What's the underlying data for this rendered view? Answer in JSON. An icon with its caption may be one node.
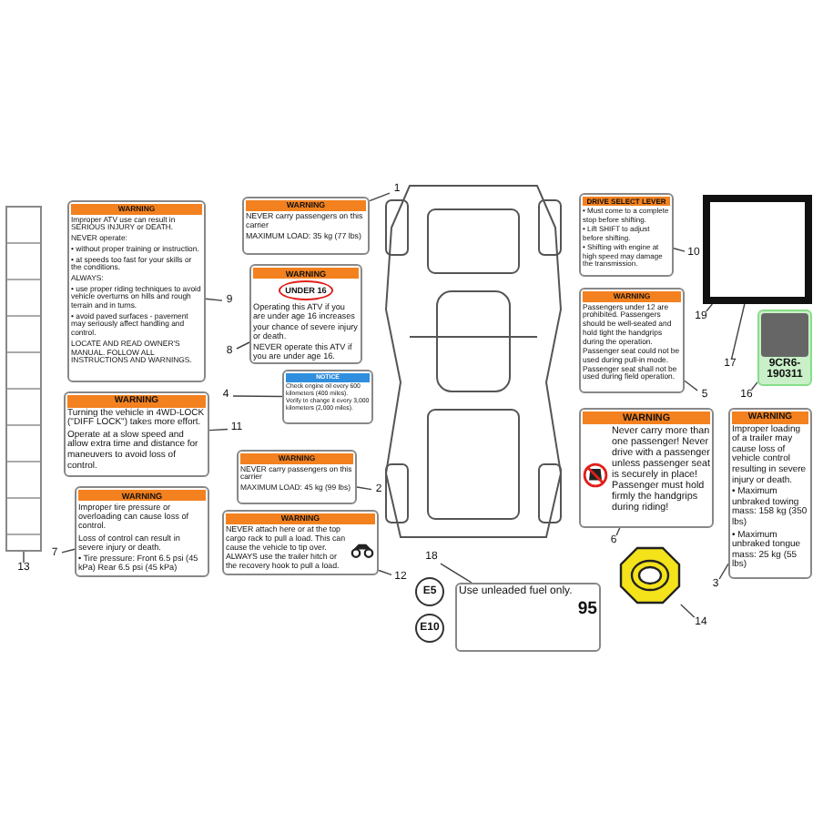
{
  "diagram": {
    "nodes": [
      {
        "text": [
          "WARNING",
          "Improper ATV use can result in SERIOUS INJURY or DEATH.",
          "NEVER operate:",
          "• without proper training or instruction.",
          "• at speeds too fast for your skills or the conditions.",
          "ALWAYS:",
          "• use proper riding techniques to avoid vehicle overturns on hills and rough terrain and in turns.",
          "• avoid paved surfaces - pavement may seriously affect handling and control.",
          "LOCATE AND READ OWNER'S MANUAL. FOLLOW ALL INSTRUCTIONS AND WARNINGS."
        ]
      },
      {
        "text": [
          "WARNING",
          "Turning the vehicle in 4WD-LOCK (\"DIFF LOCK\") takes more effort.",
          "Operate at a slow speed and allow extra time and distance for maneuvers to avoid loss of control."
        ]
      },
      {
        "text": [
          "WARNING",
          "Improper tire pressure or overloading can cause loss of control.",
          "Loss of control can result in severe injury or death.",
          "• Tire pressure: Front 6.5 psi (45 kPa) Rear 6.5 psi (45 kPa)"
        ]
      },
      {
        "text": [
          "WARNING",
          "NEVER carry passengers on this carrier",
          "MAXIMUM LOAD: 35 kg (77 lbs)"
        ]
      },
      {
        "text": [
          "WARNING",
          "UNDER 16",
          "Operating this ATV if you are under age 16 increases your chance of severe injury or death.",
          "NEVER operate this ATV if you are under age 16."
        ]
      },
      {
        "text": [
          "NOTICE",
          "Check engine oil every 600 kilometers (400 miles).",
          "Verify to change it every 3,000 kilometers (2,000 miles)."
        ]
      },
      {
        "text": [
          "WARNING",
          "NEVER carry passengers on this carrier",
          "MAXIMUM LOAD: 45 kg (99 lbs)"
        ]
      },
      {
        "text": [
          "WARNING",
          "NEVER attach here or at the top cargo rack to pull a load. This can cause the vehicle to tip over. ALWAYS use the trailer hitch or the recovery hook to pull a load."
        ]
      },
      {
        "text": [
          "DRIVE SELECT LEVER",
          "• Must come to a complete stop before shifting.",
          "• Lift SHIFT to adjust before shifting.",
          "• Shifting with engine at high speed may damage the transmission."
        ]
      },
      {
        "text": [],
        "shape": "box"
      },
      {
        "text": [
          "WARNING",
          "Passengers under 12 are prohibited. Passengers should be well-seated and hold tight the handgrips during the operation.",
          "Passenger seat could not be used during pull-in mode. Passenger seat shall not be used during field operation."
        ]
      },
      {
        "text": [
          "9CR6-190311"
        ]
      },
      {
        "text": [
          "WARNING",
          "Never carry more than one passenger! Never drive with a passenger unless passenger seat is securely in place! Passenger must hold firmly the handgrips during riding!"
        ]
      },
      {
        "text": [
          "WARNING",
          "Improper loading of a trailer may cause loss of vehicle control resulting in severe injury or death.",
          "• Maximum unbraked towing mass: 158 kg (350 lbs)",
          "• Maximum unbraked tongue mass: 25 kg (55 lbs)"
        ]
      },
      {
        "text": [
          "E5"
        ]
      },
      {
        "text": [
          "E10"
        ]
      },
      {
        "text": [
          "Use unleaded fuel only.",
          "95"
        ]
      },
      {
        "text": [],
        "shape": "octagon"
      },
      {
        "text": [],
        "shape": "box"
      },
      {
        "text": [
          "1"
        ]
      },
      {
        "text": [
          "9"
        ]
      },
      {
        "text": [
          "8"
        ]
      },
      {
        "text": [
          "4"
        ]
      },
      {
        "text": [
          "11"
        ]
      },
      {
        "text": [
          "2"
        ]
      },
      {
        "text": [
          "7"
        ]
      },
      {
        "text": [
          "13"
        ]
      },
      {
        "text": [
          "12"
        ]
      },
      {
        "text": [
          "18"
        ]
      },
      {
        "text": [
          "10"
        ]
      },
      {
        "text": [
          "19"
        ]
      },
      {
        "text": [
          "17"
        ]
      },
      {
        "text": [
          "16"
        ]
      },
      {
        "text": [
          "5"
        ]
      },
      {
        "text": [
          "6"
        ]
      },
      {
        "text": [
          "3"
        ]
      },
      {
        "text": [
          "14"
        ]
      }
    ],
    "edges": [
      {
        "from": 19,
        "to": 3,
        "arrow": "none"
      },
      {
        "from": 20,
        "to": 0,
        "arrow": "none"
      },
      {
        "from": 21,
        "to": 4,
        "arrow": "none"
      },
      {
        "from": 22,
        "to": 5,
        "arrow": "none"
      },
      {
        "from": 23,
        "to": 1,
        "arrow": "none"
      },
      {
        "from": 24,
        "to": 6,
        "arrow": "none"
      },
      {
        "from": 25,
        "to": 2,
        "arrow": "none"
      },
      {
        "from": 26,
        "to": 9,
        "arrow": "none"
      },
      {
        "from": 27,
        "to": 7,
        "arrow": "none"
      },
      {
        "from": 28,
        "to": 16,
        "arrow": "none"
      },
      {
        "from": 29,
        "to": 8,
        "arrow": "none"
      },
      {
        "from": 30,
        "to": 18,
        "arrow": "none"
      },
      {
        "from": 31,
        "to": 18,
        "arrow": "none"
      },
      {
        "from": 32,
        "to": 11,
        "arrow": "none"
      },
      {
        "from": 33,
        "to": 10,
        "arrow": "none"
      },
      {
        "from": 34,
        "to": 12,
        "arrow": "none"
      },
      {
        "from": 35,
        "to": 13,
        "arrow": "none"
      },
      {
        "from": 36,
        "to": 17,
        "arrow": "none"
      }
    ]
  }
}
